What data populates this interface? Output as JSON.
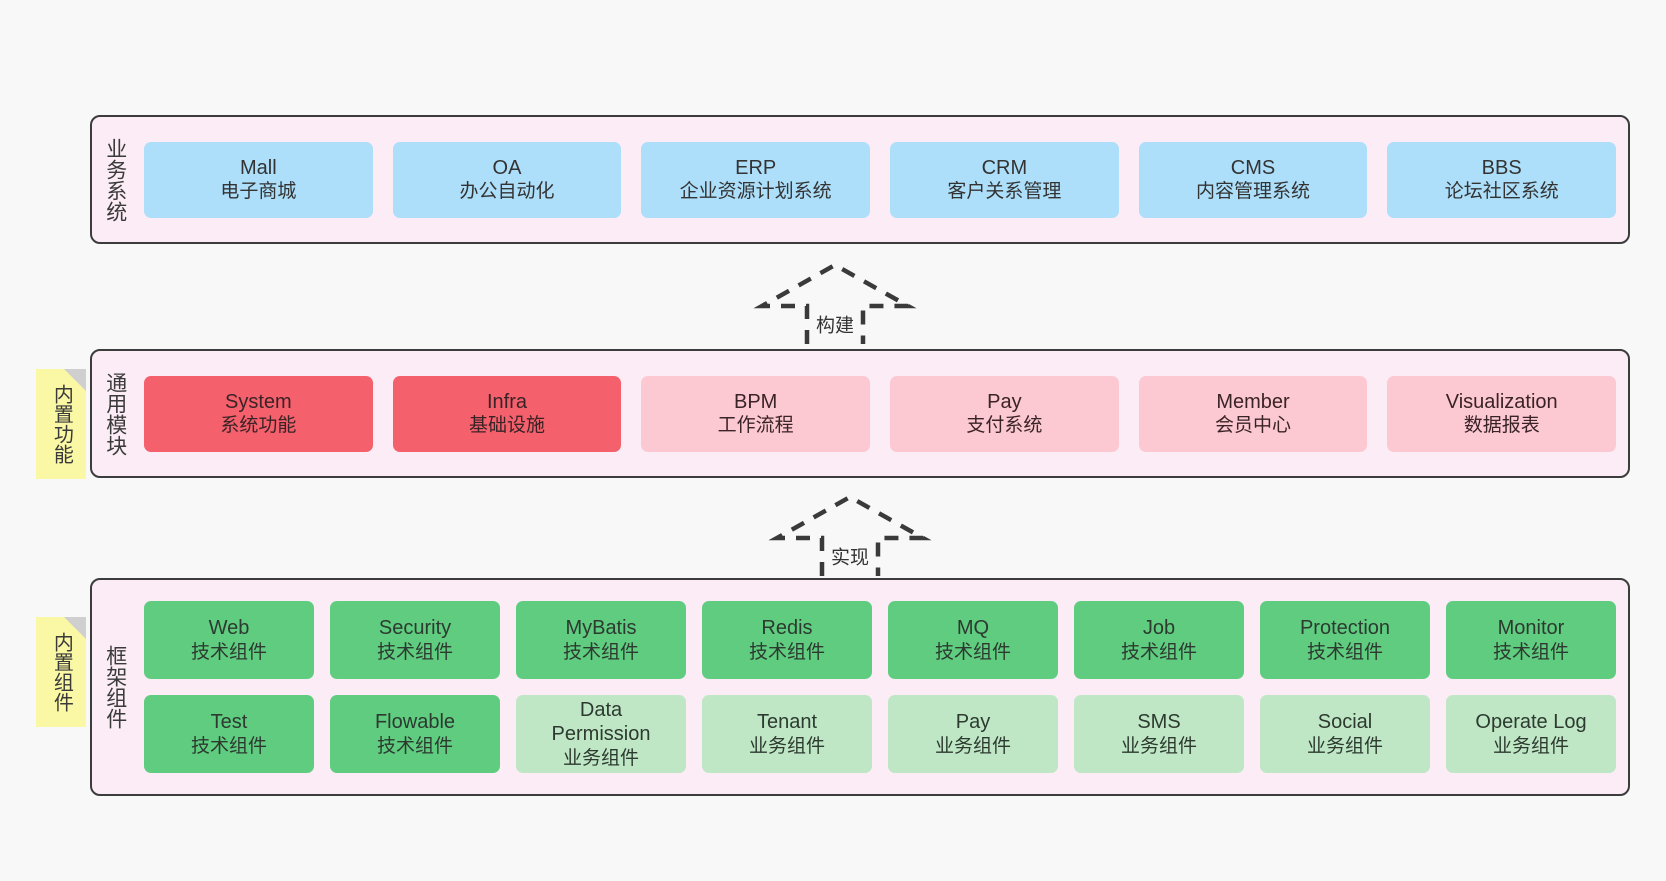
{
  "diagram": {
    "background_color": "#f8f8f8",
    "panel_color": "#fbecf5",
    "panel_border_color": "#3c3c3c",
    "sticky_color": "#fbf8a5"
  },
  "layers": [
    {
      "id": "business-system",
      "title": "业务系统",
      "sticky": null,
      "rows": [
        {
          "cards": [
            {
              "name": "mall",
              "line1": "Mall",
              "line2": "电子商城",
              "color": "#addffb",
              "variant": "c-blue"
            },
            {
              "name": "oa",
              "line1": "OA",
              "line2": "办公自动化",
              "color": "#addffb",
              "variant": "c-blue"
            },
            {
              "name": "erp",
              "line1": "ERP",
              "line2": "企业资源计划系统",
              "color": "#addffb",
              "variant": "c-blue"
            },
            {
              "name": "crm",
              "line1": "CRM",
              "line2": "客户关系管理",
              "color": "#addffb",
              "variant": "c-blue"
            },
            {
              "name": "cms",
              "line1": "CMS",
              "line2": "内容管理系统",
              "color": "#addffb",
              "variant": "c-blue"
            },
            {
              "name": "bbs",
              "line1": "BBS",
              "line2": "论坛社区系统",
              "color": "#addffb",
              "variant": "c-blue"
            }
          ]
        }
      ]
    },
    {
      "id": "common-module",
      "title": "通用模块",
      "sticky": "内置功能",
      "rows": [
        {
          "cards": [
            {
              "name": "system",
              "line1": "System",
              "line2": "系统功能",
              "color": "#f4606c",
              "variant": "c-red"
            },
            {
              "name": "infra",
              "line1": "Infra",
              "line2": "基础设施",
              "color": "#f4606c",
              "variant": "c-red"
            },
            {
              "name": "bpm",
              "line1": "BPM",
              "line2": "工作流程",
              "color": "#fcc9d2",
              "variant": "c-pink"
            },
            {
              "name": "pay",
              "line1": "Pay",
              "line2": "支付系统",
              "color": "#fcc9d2",
              "variant": "c-pink"
            },
            {
              "name": "member",
              "line1": "Member",
              "line2": "会员中心",
              "color": "#fcc9d2",
              "variant": "c-pink"
            },
            {
              "name": "visualization",
              "line1": "Visualization",
              "line2": "数据报表",
              "color": "#fcc9d2",
              "variant": "c-pink"
            }
          ]
        }
      ]
    },
    {
      "id": "framework-component",
      "title": "框架组件",
      "sticky": "内置组件",
      "rows": [
        {
          "cards": [
            {
              "name": "web",
              "line1": "Web",
              "line2": "技术组件",
              "color": "#5fcc80",
              "variant": "c-green"
            },
            {
              "name": "security",
              "line1": "Security",
              "line2": "技术组件",
              "color": "#5fcc80",
              "variant": "c-green"
            },
            {
              "name": "mybatis",
              "line1": "MyBatis",
              "line2": "技术组件",
              "color": "#5fcc80",
              "variant": "c-green"
            },
            {
              "name": "redis",
              "line1": "Redis",
              "line2": "技术组件",
              "color": "#5fcc80",
              "variant": "c-green"
            },
            {
              "name": "mq",
              "line1": "MQ",
              "line2": "技术组件",
              "color": "#5fcc80",
              "variant": "c-green"
            },
            {
              "name": "job",
              "line1": "Job",
              "line2": "技术组件",
              "color": "#5fcc80",
              "variant": "c-green"
            },
            {
              "name": "protection",
              "line1": "Protection",
              "line2": "技术组件",
              "color": "#5fcc80",
              "variant": "c-green"
            },
            {
              "name": "monitor",
              "line1": "Monitor",
              "line2": "技术组件",
              "color": "#5fcc80",
              "variant": "c-green"
            }
          ]
        },
        {
          "cards": [
            {
              "name": "test",
              "line1": "Test",
              "line2": "技术组件",
              "color": "#5fcc80",
              "variant": "c-green"
            },
            {
              "name": "flowable",
              "line1": "Flowable",
              "line2": "技术组件",
              "color": "#5fcc80",
              "variant": "c-green"
            },
            {
              "name": "data-permission",
              "line1": "Data",
              "line2": "Permission",
              "line3": "业务组件",
              "color": "#bfe7c6",
              "variant": "c-green-light"
            },
            {
              "name": "tenant",
              "line1": "Tenant",
              "line2": "业务组件",
              "color": "#bfe7c6",
              "variant": "c-green-light"
            },
            {
              "name": "pay-component",
              "line1": "Pay",
              "line2": "业务组件",
              "color": "#bfe7c6",
              "variant": "c-green-light"
            },
            {
              "name": "sms",
              "line1": "SMS",
              "line2": "业务组件",
              "color": "#bfe7c6",
              "variant": "c-green-light"
            },
            {
              "name": "social",
              "line1": "Social",
              "line2": "业务组件",
              "color": "#bfe7c6",
              "variant": "c-green-light"
            },
            {
              "name": "operate-log",
              "line1": "Operate Log",
              "line2": "业务组件",
              "color": "#bfe7c6",
              "variant": "c-green-light"
            }
          ]
        }
      ]
    }
  ],
  "arrows": [
    {
      "id": "build",
      "label": "构建"
    },
    {
      "id": "implement",
      "label": "实现"
    }
  ]
}
